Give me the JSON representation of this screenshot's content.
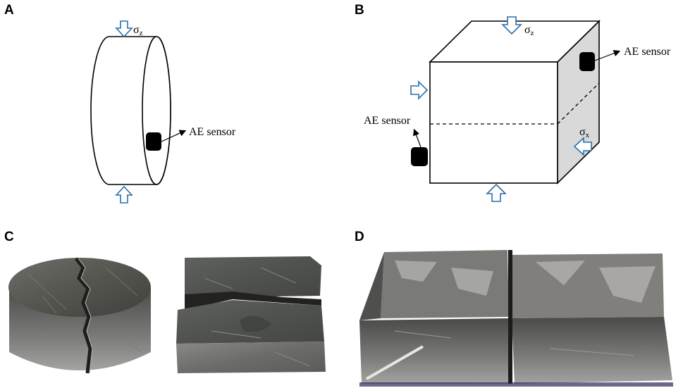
{
  "panels": {
    "a": {
      "label": "A",
      "stress_symbol": "σ",
      "stress_sub": "z",
      "sensor_label": "AE sensor"
    },
    "b": {
      "label": "B",
      "stress_z_symbol": "σ",
      "stress_z_sub": "z",
      "stress_x_symbol": "σ",
      "stress_x_sub": "x",
      "sensor_label_right": "AE sensor",
      "sensor_label_left": "AE sensor"
    },
    "c": {
      "label": "C"
    },
    "d": {
      "label": "D"
    }
  },
  "colors": {
    "arrow": "#2a6fa8",
    "line": "#000000",
    "cube_side": "#d9d9d9"
  }
}
